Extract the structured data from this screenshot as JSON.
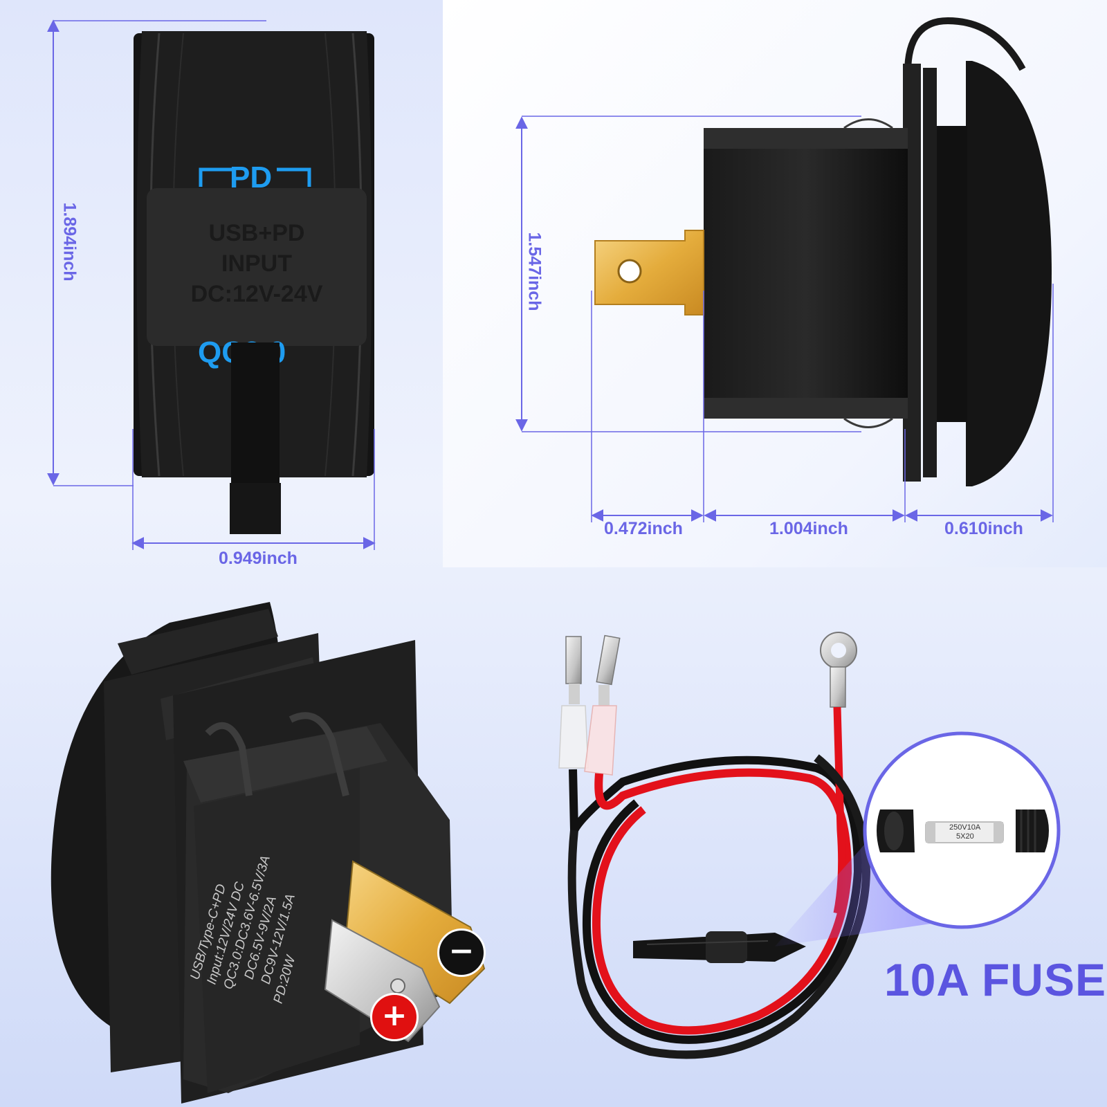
{
  "top_left_view": {
    "pd_label": "PD",
    "front_text_line1": "USB+PD",
    "front_text_line2": "INPUT",
    "front_text_line3": "DC:12V-24V",
    "qc_label": "QC3.0",
    "height_dim": "1.894inch",
    "width_dim": "0.949inch"
  },
  "side_view": {
    "height_dim": "1.547inch",
    "terminal_dim": "0.472inch",
    "body_dim": "1.004inch",
    "cap_dim": "0.610inch"
  },
  "rear_view": {
    "spec_lines": [
      "USB/Type-C+PD",
      "Input:12V/24V DC",
      "QC3.0:DC3.6V-6.5V/3A",
      "DC6.5V-9V/2A",
      "DC9V-12V/1.5A",
      "PD:20W"
    ],
    "negative_symbol": "−",
    "positive_symbol": "+"
  },
  "wiring": {
    "fuse_rating": "250V10A",
    "fuse_size": "5X20",
    "title": "10A FUSE"
  },
  "colors": {
    "dimension_lines": "#6a66e6",
    "led_blue": "#1e9cf0",
    "negative_badge": "#111111",
    "positive_badge": "#e01010",
    "wire_red": "#e3111b",
    "wire_black": "#111111"
  }
}
